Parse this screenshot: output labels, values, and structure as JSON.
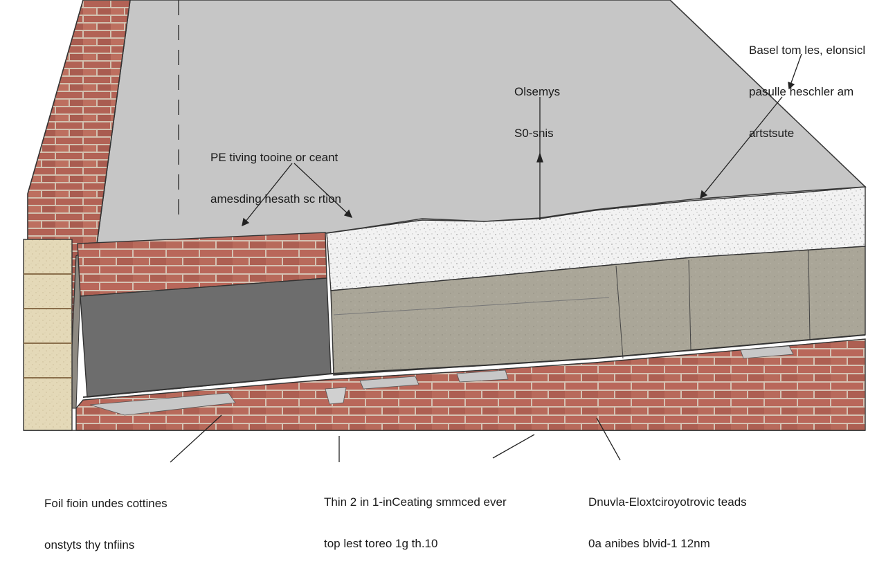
{
  "labels": {
    "top_right": {
      "line1": "Basel tom les, elonsicl",
      "line2": "pasulle heschler am",
      "line3": "artstsute"
    },
    "top_center": {
      "line1": "Olsemys",
      "line2": "S0-snis"
    },
    "upper_mid": {
      "line1": "PE tiving tooine or ceant",
      "line2": "amesding hesath sc rtion"
    },
    "bottom_left": {
      "line1": "Foil fioin undes cottines",
      "line2": "onstyts thy tnfiins"
    },
    "bottom_center": {
      "line1": "Thin 2 in 1-inCeating smmced ever",
      "line2": "top lest toreo 1g th.10"
    },
    "bottom_right": {
      "line1": "Dnuvla-Eloxtciroyotrovic teads",
      "line2": "0a anibes blvid-1 12nm"
    }
  },
  "colors": {
    "slab": "#c6c6c6",
    "brick": "#b9675a",
    "mortar": "#d8c8b8",
    "insulation": "#f1f1f1",
    "screed": "#a9a597",
    "dark_base": "#6c6c6c",
    "sand": "#e4d9b8",
    "outline": "#333333"
  }
}
